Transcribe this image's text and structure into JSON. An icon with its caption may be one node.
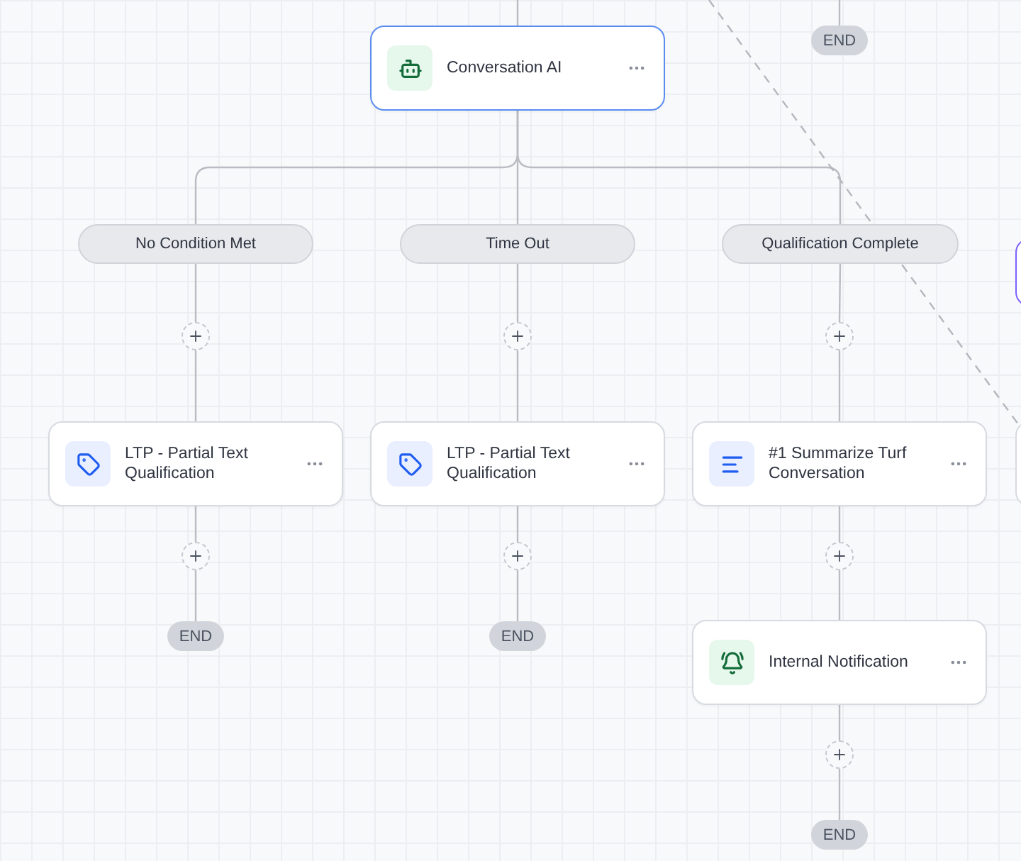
{
  "diagram": {
    "nodes": [
      {
        "text": [
          "Conversation AI"
        ]
      },
      {
        "text": [
          "END"
        ]
      },
      {
        "text": [
          "No Condition Met"
        ]
      },
      {
        "text": [
          "Time Out"
        ]
      },
      {
        "text": [
          "Qualification Complete"
        ]
      },
      {
        "text": [],
        "shape": "circle"
      },
      {
        "text": [],
        "shape": "circle"
      },
      {
        "text": [],
        "shape": "circle"
      },
      {
        "text": [
          "LTP - Partial Text Qualification"
        ]
      },
      {
        "text": [
          "LTP - Partial Text Qualification"
        ]
      },
      {
        "text": [
          "#1 Summarize Turf Conversation"
        ]
      },
      {
        "text": [],
        "shape": "circle"
      },
      {
        "text": [],
        "shape": "circle"
      },
      {
        "text": [],
        "shape": "circle"
      },
      {
        "text": [
          "END"
        ]
      },
      {
        "text": [
          "END"
        ]
      },
      {
        "text": [
          "Internal Notification"
        ]
      },
      {
        "text": [],
        "shape": "circle"
      },
      {
        "text": [
          "END"
        ]
      },
      {
        "text": [],
        "shape": "box"
      },
      {
        "text": [],
        "shape": "box"
      }
    ],
    "edges": [
      {
        "from": null,
        "to": 0,
        "arrow": "none"
      },
      {
        "from": null,
        "to": 1,
        "arrow": "none"
      },
      {
        "from": 0,
        "to": 2,
        "arrow": "none"
      },
      {
        "from": 0,
        "to": 3,
        "arrow": "none"
      },
      {
        "from": 0,
        "to": 4,
        "arrow": "none"
      },
      {
        "from": 2,
        "to": 5,
        "arrow": "none"
      },
      {
        "from": 5,
        "to": 8,
        "arrow": "none"
      },
      {
        "from": 8,
        "to": 11,
        "arrow": "none"
      },
      {
        "from": 11,
        "to": 14,
        "arrow": "none"
      },
      {
        "from": 3,
        "to": 6,
        "arrow": "none"
      },
      {
        "from": 6,
        "to": 9,
        "arrow": "none"
      },
      {
        "from": 9,
        "to": 12,
        "arrow": "none"
      },
      {
        "from": 12,
        "to": 15,
        "arrow": "none"
      },
      {
        "from": 4,
        "to": 7,
        "arrow": "none"
      },
      {
        "from": 7,
        "to": 10,
        "arrow": "none"
      },
      {
        "from": 10,
        "to": 13,
        "arrow": "none"
      },
      {
        "from": 13,
        "to": 16,
        "arrow": "none"
      },
      {
        "from": 16,
        "to": 17,
        "arrow": "none"
      },
      {
        "from": 17,
        "to": 18,
        "arrow": "none"
      },
      {
        "from": null,
        "to": 20,
        "arrow": "none",
        "style": "dashed",
        "color": "#b3b7be"
      }
    ]
  }
}
